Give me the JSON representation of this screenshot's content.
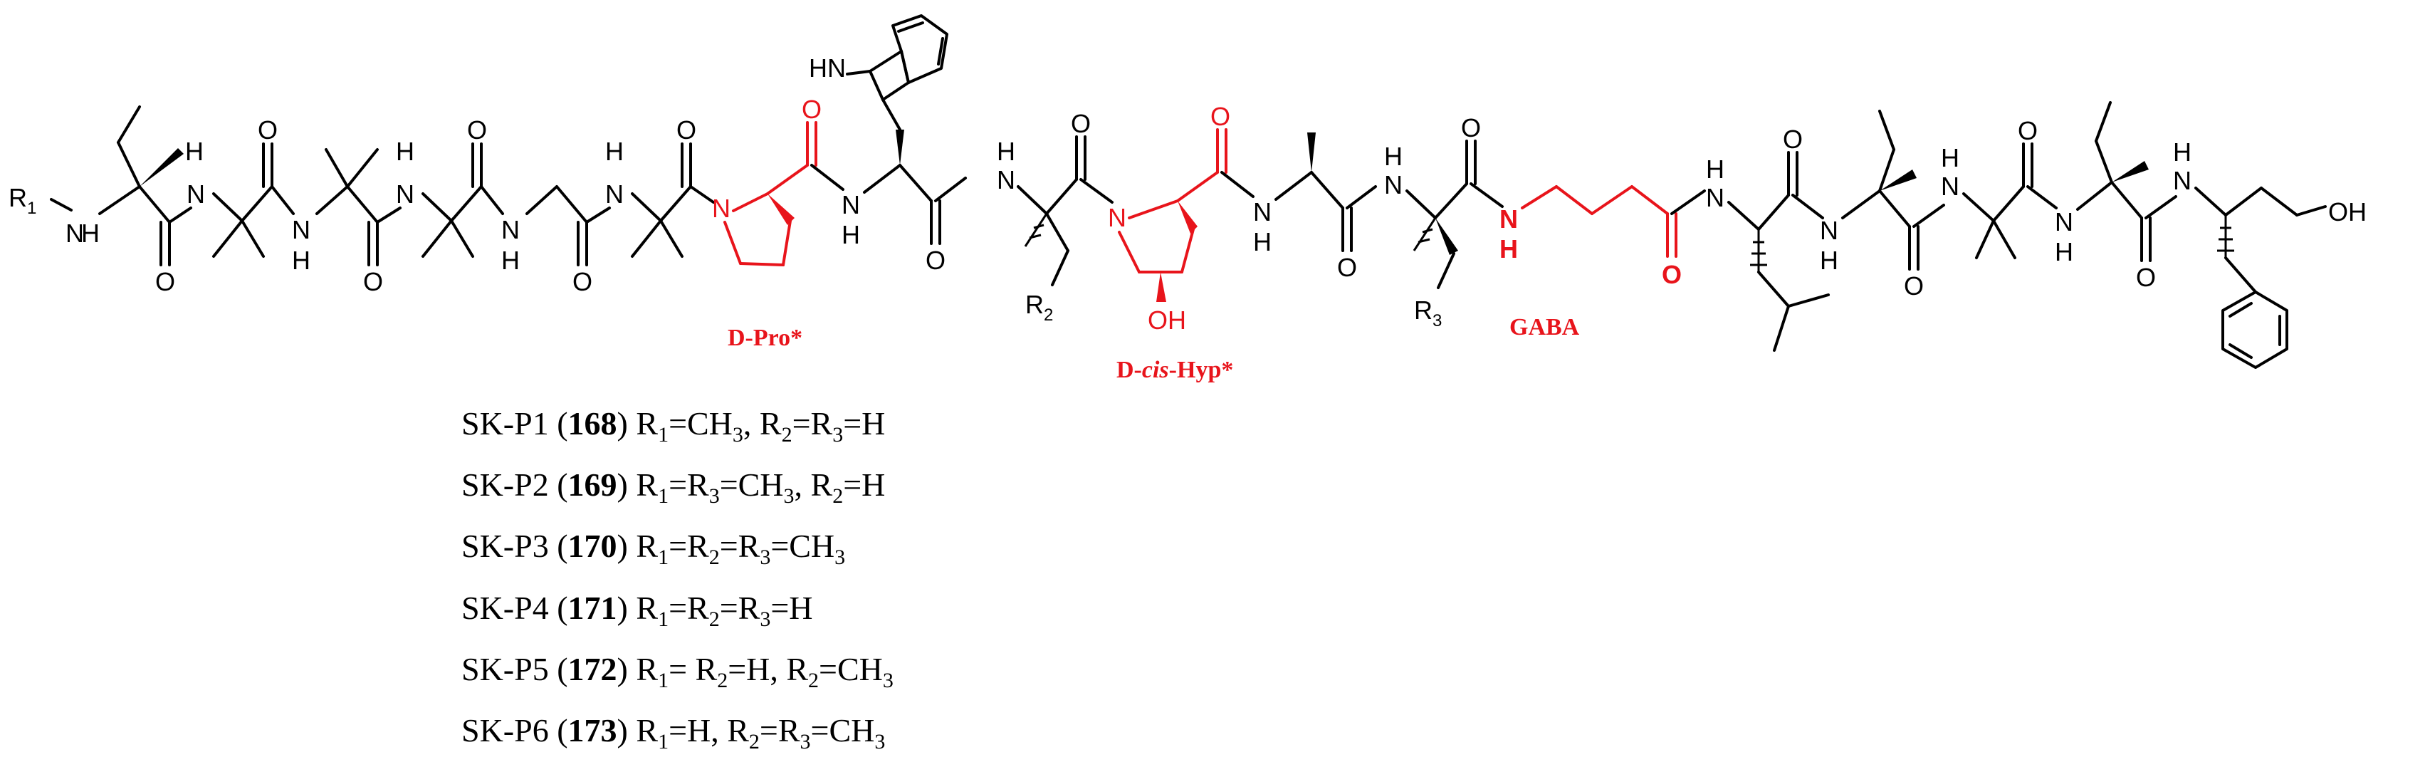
{
  "colors": {
    "highlight": "#e8141b",
    "ink": "#000000"
  },
  "structure": {
    "atoms": {
      "r1": "R",
      "r1_sub": "1",
      "r2": "R",
      "r2_sub": "2",
      "r3": "R",
      "r3_sub": "3",
      "nh_indole": "HN",
      "oh_hyp": "OH",
      "oh_end": "OH",
      "n": "N",
      "h": "H",
      "o": "O"
    },
    "labels": {
      "d_pro": "D-Pro*",
      "d_cis_hyp_prefix": "D-",
      "d_cis_hyp_italic": "cis",
      "d_cis_hyp_suffix": "-Hyp*",
      "gaba": "GABA"
    }
  },
  "legend": [
    {
      "name": "SK-P1",
      "number": "168",
      "r_text": "R1=CH3, R2=R3=H"
    },
    {
      "name": "SK-P2",
      "number": "169",
      "r_text": "R1=R3=CH3, R2=H"
    },
    {
      "name": "SK-P3",
      "number": "170",
      "r_text": "R1=R2=R3=CH3"
    },
    {
      "name": "SK-P4",
      "number": "171",
      "r_text": "R1=R2=R3=H"
    },
    {
      "name": "SK-P5",
      "number": "172",
      "r_text": "R1= R2=H, R2=CH3"
    },
    {
      "name": "SK-P6",
      "number": "173",
      "r_text": "R1=H, R2=R3=CH3"
    }
  ]
}
